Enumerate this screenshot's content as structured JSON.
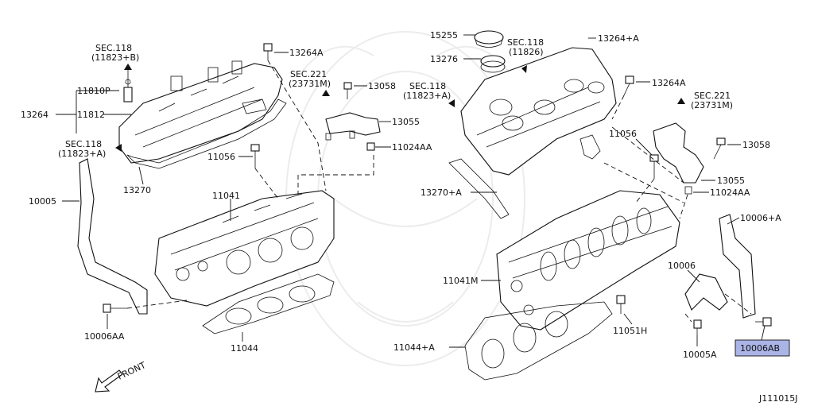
{
  "diagram_id": "J111015J",
  "front": "FRONT",
  "sec": {
    "s118_top": "SEC.118",
    "s118_top_ref": "(11823+B)",
    "s118_left": "SEC.118",
    "s118_left_ref": "(11823+A)",
    "s221_mid": "SEC.221",
    "s221_mid_ref": "(23731M)",
    "s118_mid": "SEC.118",
    "s118_mid_ref": "(11823+A)",
    "s118_right": "SEC.118",
    "s118_right_ref": "(11826)",
    "s221_right": "SEC.221",
    "s221_right_ref": "(23731M)"
  },
  "labels": {
    "p13264A_l": "13264A",
    "p11810P": "11810P",
    "p13264": "13264",
    "p11812": "11812",
    "p13058_l": "13058",
    "p13055_l": "13055",
    "p11024AA_l": "11024AA",
    "p11056_l": "11056",
    "p13270": "13270",
    "p10005": "10005",
    "p11041": "11041",
    "p10006AA": "10006AA",
    "p11044": "11044",
    "p15255": "15255",
    "p13276": "13276",
    "p13264pA": "13264+A",
    "p13264A_r": "13264A",
    "p11056_r": "11056",
    "p13058_r": "13058",
    "p13270pA": "13270+A",
    "p13055_r": "13055",
    "p11024AA_r": "11024AA",
    "p10006pA": "10006+A",
    "p10006": "10006",
    "p11041M": "11041M",
    "p11051H": "11051H",
    "p11044pA": "11044+A",
    "p10005A": "10005A",
    "p10006AB": "10006AB"
  },
  "colors": {
    "highlight": "#aab4e6",
    "ink": "#111111"
  }
}
